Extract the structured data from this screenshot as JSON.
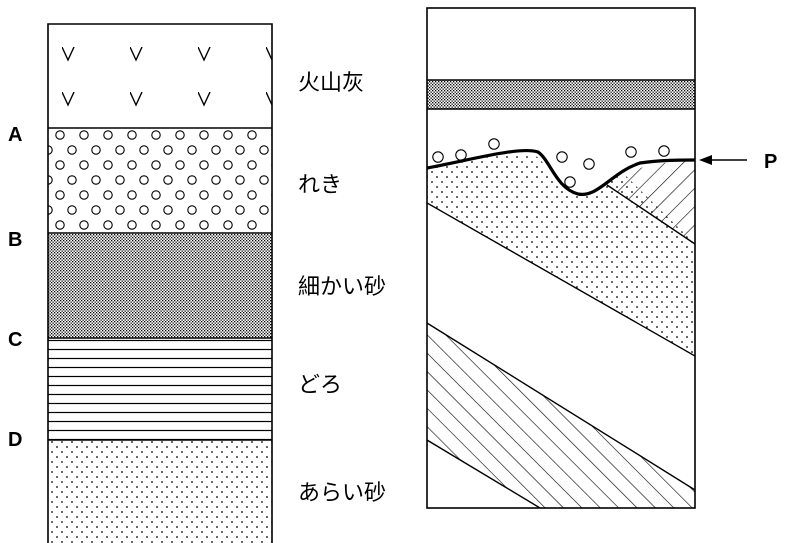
{
  "left_column": {
    "boundary_labels": [
      "A",
      "B",
      "C",
      "D"
    ],
    "layers": [
      {
        "name": "火山灰",
        "pattern": "volcanic-ash"
      },
      {
        "name": "れき",
        "pattern": "gravel"
      },
      {
        "name": "細かい砂",
        "pattern": "fine-sand"
      },
      {
        "name": "どろ",
        "pattern": "mud"
      },
      {
        "name": "あらい砂",
        "pattern": "coarse-sand"
      }
    ]
  },
  "right_column": {
    "unconformity_label": "P"
  },
  "colors": {
    "ink": "#000000",
    "background": "#ffffff"
  }
}
